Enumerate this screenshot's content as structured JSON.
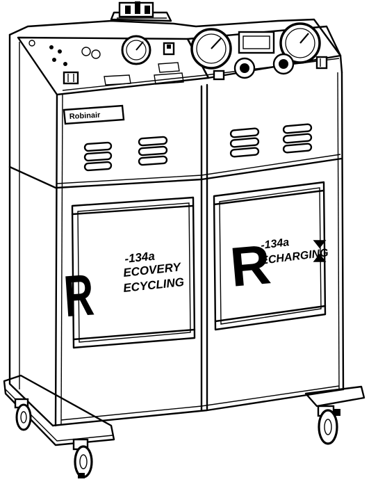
{
  "illustration": {
    "badge_text": "Robinair",
    "left_sign": {
      "big_letter": "R",
      "line1": "-134a",
      "line2": "ECOVERY",
      "line3": "ECYCLING"
    },
    "right_sign": {
      "big_letter": "R",
      "line1": "-134a",
      "line2": "ECHARGING"
    }
  }
}
